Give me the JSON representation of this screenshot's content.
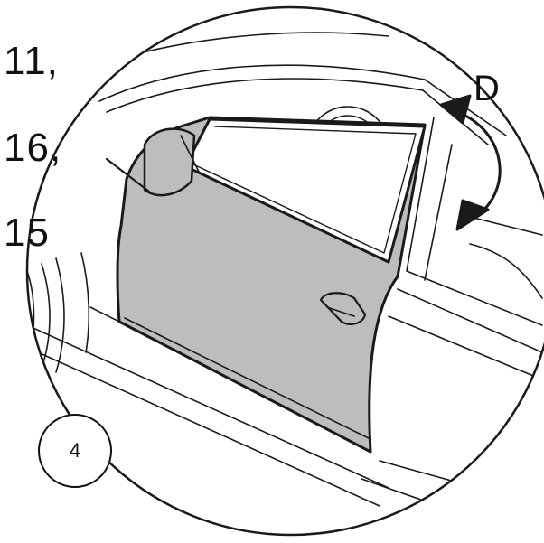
{
  "labels": {
    "callout_11": "11,",
    "callout_16": "16,",
    "callout_15": "15",
    "direction": "D"
  },
  "step": {
    "number": "4"
  },
  "colors": {
    "door_fill": "#bdbdbd",
    "line": "#1a1a1a",
    "background": "#ffffff"
  },
  "icons": {
    "rotation_arrow": "curved-double-arrow-icon",
    "door_handle": "door-handle-icon",
    "mirror": "side-mirror-icon",
    "steering_wheel": "steering-wheel-icon"
  }
}
